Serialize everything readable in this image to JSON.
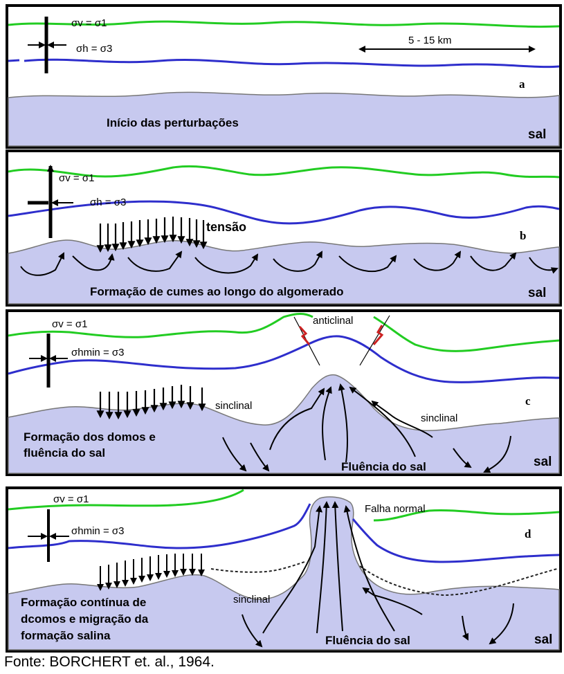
{
  "colors": {
    "salt": "#c7c9ef",
    "upper_layer": "#22cc22",
    "lower_layer": "#2e2ecc",
    "frame": "#000000",
    "fault_mark": "#cc2222"
  },
  "panels": {
    "a": {
      "letter": "a",
      "sigma_v_label": "σv = σ1",
      "sigma_h_label": "σh = σ3",
      "scale_label": "5 - 15 km",
      "stage_label": "Início das perturbações",
      "salt_label": "sal"
    },
    "b": {
      "letter": "b",
      "sigma_v_label": "σv = σ1",
      "sigma_h_label": "σh = σ3",
      "stress_label": "tensão",
      "stage_label": "Formação de cumes ao longo do algomerado",
      "salt_label": "sal"
    },
    "c": {
      "letter": "c",
      "sigma_v_label": "σv = σ1",
      "sigma_h_label": "σhmin = σ3",
      "anticline_label": "anticlinal",
      "syncline_left_label": "sinclinal",
      "syncline_right_label": "sinclinal",
      "stage_label_line1": "Formação dos domos e",
      "stage_label_line2": "fluência do sal",
      "flow_label": "Fluência do sal",
      "salt_label": "sal"
    },
    "d": {
      "letter": "d",
      "sigma_v_label": "σv = σ1",
      "sigma_h_label": "σhmin = σ3",
      "fault_label": "Falha normal",
      "syncline_label": "sinclinal",
      "stage_label_line1": "Formação contínua de",
      "stage_label_line2": "dcomos e migração da",
      "stage_label_line3": "formação salina",
      "flow_label": "Fluência do sal",
      "salt_label": "sal"
    }
  },
  "caption": "Fonte: BORCHERT et. al., 1964."
}
